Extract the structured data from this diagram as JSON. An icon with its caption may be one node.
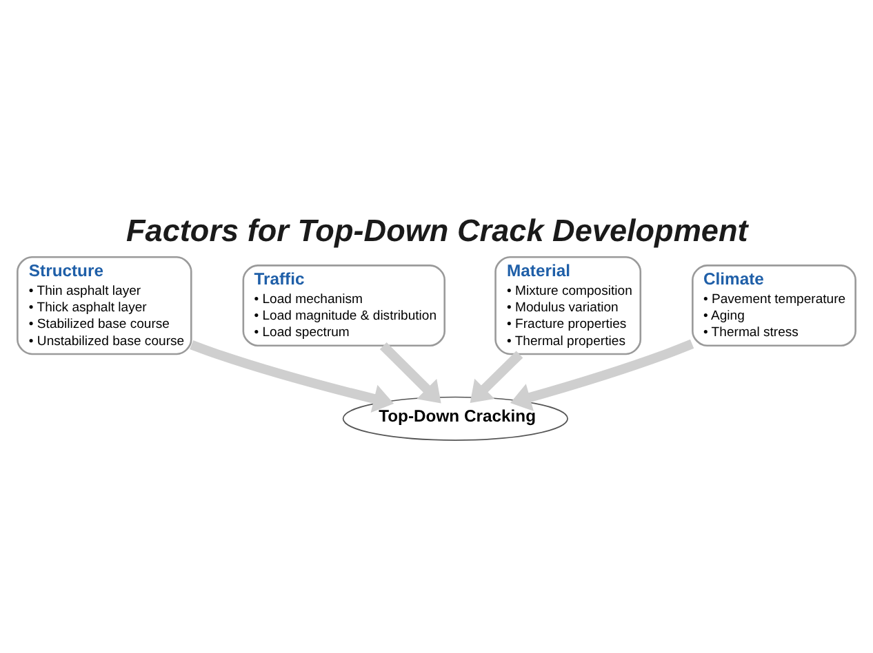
{
  "diagram": {
    "title": "Factors for Top-Down Crack Development",
    "nodes": [
      {
        "text": [
          "Structure",
          "• Thin asphalt layer",
          "• Thick asphalt layer",
          "• Stabilized base course",
          "• Unstabilized base course"
        ]
      },
      {
        "text": [
          "Traffic",
          "• Load mechanism",
          "• Load magnitude & distribution",
          "• Load spectrum"
        ]
      },
      {
        "text": [
          "Material",
          "• Mixture composition",
          "• Modulus variation",
          "• Fracture properties",
          "• Thermal properties"
        ]
      },
      {
        "text": [
          "Climate",
          "• Pavement temperature",
          "• Aging",
          "• Thermal stress"
        ]
      },
      {
        "text": [
          "Top-Down Cracking"
        ]
      }
    ],
    "edges": [
      {
        "from": 0,
        "to": 4,
        "arrow": "to"
      },
      {
        "from": 1,
        "to": 4,
        "arrow": "to"
      },
      {
        "from": 2,
        "to": 4,
        "arrow": "to"
      },
      {
        "from": 3,
        "to": 4,
        "arrow": "to"
      }
    ]
  }
}
